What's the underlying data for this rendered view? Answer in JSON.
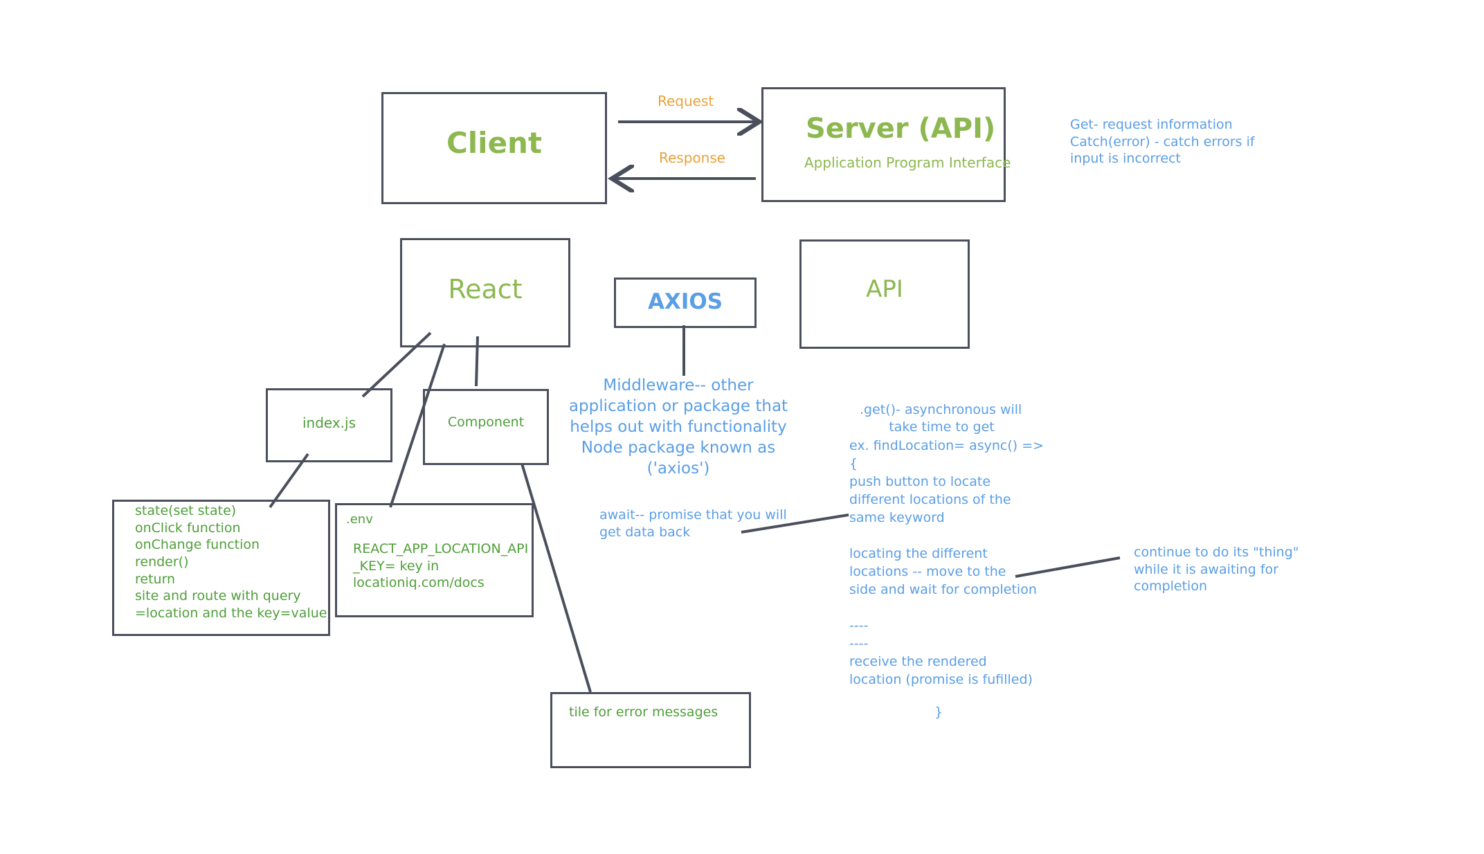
{
  "arrows": {
    "request_label": "Request",
    "response_label": "Response"
  },
  "client": {
    "title": "Client"
  },
  "server": {
    "title": "Server (API)",
    "subtitle": "Application Program Interface"
  },
  "server_note": "Get- request information\nCatch(error) - catch errors if\ninput is incorrect",
  "react": {
    "title": "React"
  },
  "axios": {
    "title": "AXIOS",
    "description": "Middleware-- other\napplication or package that\nhelps out with functionality\nNode package known as\n('axios')"
  },
  "api": {
    "title": "API"
  },
  "index_js": {
    "title": "index.js"
  },
  "component": {
    "title": "Component"
  },
  "state_box": {
    "text": "state(set state)\nonClick function\nonChange function\nrender()\nreturn\nsite and route with query\n=location and the key=value"
  },
  "env_box": {
    "title": ".env",
    "text": "REACT_APP_LOCATION_API\n_KEY= key in\nlocationiq.com/docs"
  },
  "error_box": {
    "text": "tile for error messages"
  },
  "await_note": "await-- promise that you will\nget data back",
  "get_note": {
    "head": ".get()- asynchronous will\n       take time to get",
    "body": "ex. findLocation= async() =>\n{\npush button to locate\ndifferent locations of the\nsame keyword\n\nlocating the different\nlocations -- move to the\nside and wait for completion\n\n----\n----\nreceive the rendered\nlocation (promise is fufilled)",
    "closing": "}"
  },
  "continue_note": "continue to do its \"thing\"\nwhile it is awaiting for\ncompletion",
  "colors": {
    "box_stroke": "#4b4f5c",
    "green_title": "#8cb84f",
    "green_text": "#4f9e3a",
    "blue_text": "#5a9ee6",
    "orange_text": "#e8a23a"
  }
}
